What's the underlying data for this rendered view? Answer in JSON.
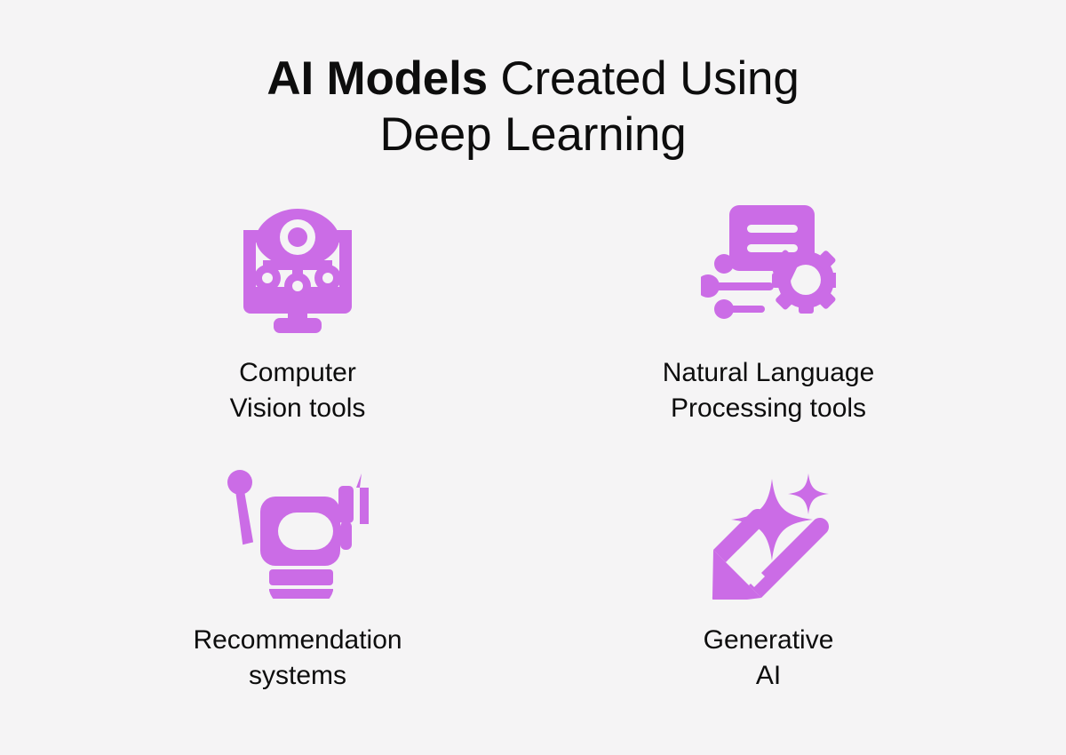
{
  "theme": {
    "background_color": "#f5f4f5",
    "icon_color": "#cb6ce6",
    "text_color": "#0d0d0d"
  },
  "title": {
    "line1_bold": "AI Models",
    "line1_rest": " Created Using",
    "line2": "Deep Learning"
  },
  "items": [
    {
      "icon": "computer-vision-icon",
      "label_line1": "Computer",
      "label_line2": "Vision tools"
    },
    {
      "icon": "natural-language-processing-icon",
      "label_line1": "Natural Language",
      "label_line2": "Processing tools"
    },
    {
      "icon": "recommendation-robot-thumbs-up-icon",
      "label_line1": "Recommendation",
      "label_line2": "systems"
    },
    {
      "icon": "generative-ai-magic-pencil-icon",
      "label_line1": "Generative",
      "label_line2": "AI"
    }
  ]
}
